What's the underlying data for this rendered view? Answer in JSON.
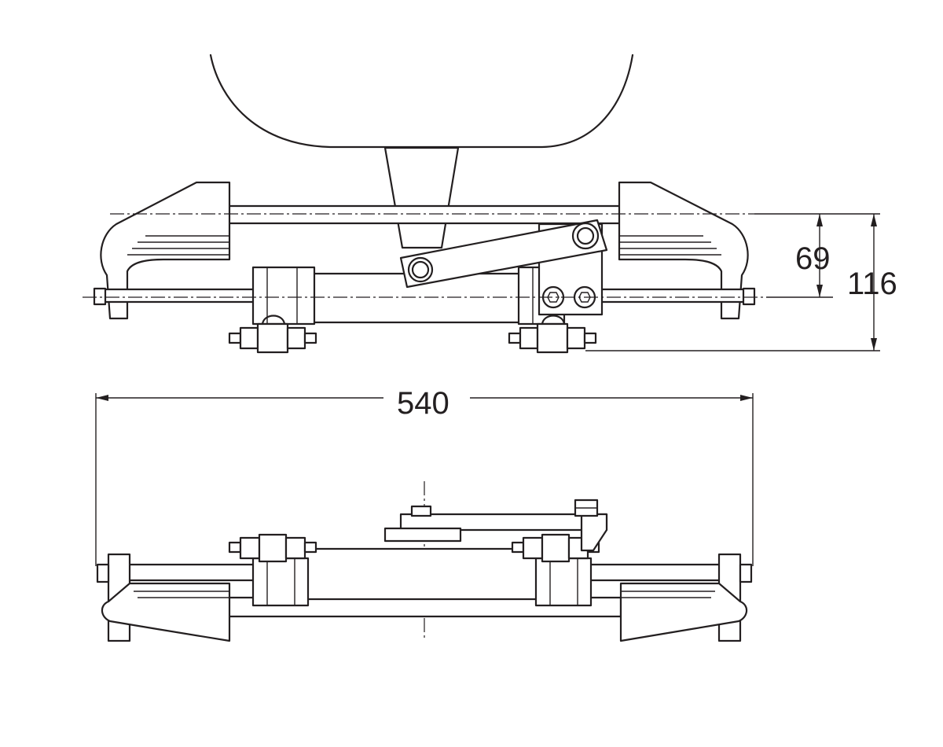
{
  "dimensions": {
    "width_label": "540",
    "height_small_label": "69",
    "height_large_label": "116"
  },
  "colors": {
    "line": "#231f20",
    "background": "#ffffff"
  }
}
